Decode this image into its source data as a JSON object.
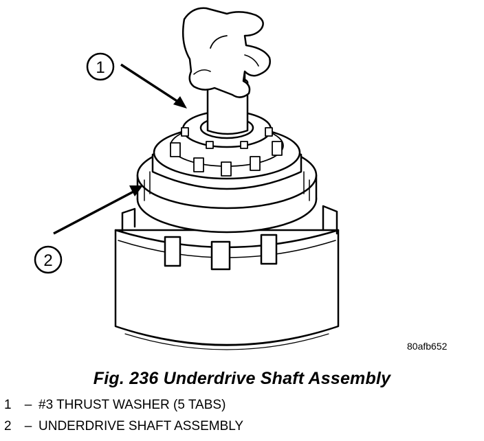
{
  "figure": {
    "image_id": "80afb652",
    "caption": "Fig. 236 Underdrive Shaft Assembly"
  },
  "callouts": [
    {
      "number": "1",
      "label": "#3 THRUST WASHER (5 TABS)"
    },
    {
      "number": "2",
      "label": "UNDERDRIVE SHAFT ASSEMBLY"
    }
  ],
  "legend_separator": "–"
}
